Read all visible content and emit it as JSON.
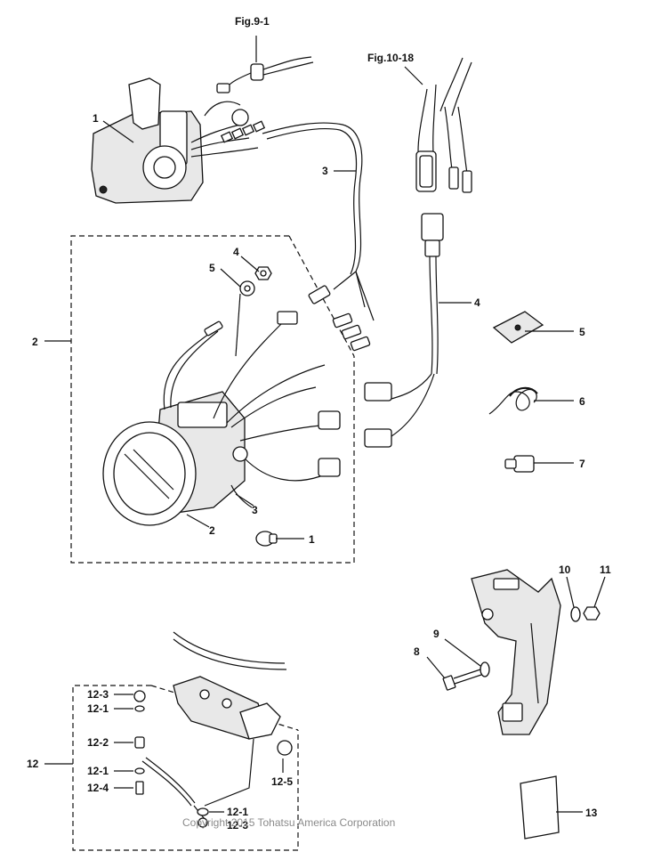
{
  "figure_refs": {
    "fig_9_1": "Fig.9-1",
    "fig_10_18": "Fig.10-18"
  },
  "callouts": {
    "c1_remote": "1",
    "c2_group": "2",
    "c3_harness": "3",
    "c4_ext": "4",
    "c5_clip": "5",
    "c6_spring": "6",
    "c7_pin": "7",
    "c4_nut": "4",
    "c5_washer": "5",
    "c3_inner": "3",
    "c2_inner": "2",
    "c1_bulb": "1",
    "c8": "8",
    "c9": "9",
    "c10": "10",
    "c11": "11",
    "c13": "13",
    "c12": "12",
    "c12_3a": "12-3",
    "c12_1a": "12-1",
    "c12_2": "12-2",
    "c12_1b": "12-1",
    "c12_4": "12-4",
    "c12_5": "12-5",
    "c12_1c": "12-1",
    "c12_3b": "12-3"
  },
  "watermark": "Copyright 2015 Tohatsu America Corporation"
}
